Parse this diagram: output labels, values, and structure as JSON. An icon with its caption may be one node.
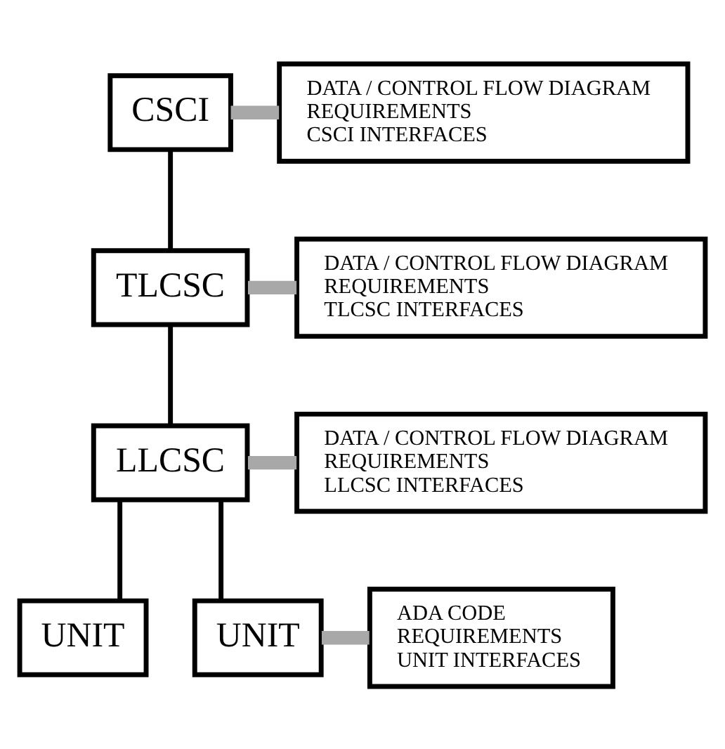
{
  "diagram": {
    "nodes": [
      {
        "text": [
          "CSCI"
        ]
      },
      {
        "text": [
          "DATA / CONTROL FLOW DIAGRAM",
          "REQUIREMENTS",
          "CSCI INTERFACES"
        ]
      },
      {
        "text": [
          "TLCSC"
        ]
      },
      {
        "text": [
          "DATA / CONTROL FLOW DIAGRAM",
          "REQUIREMENTS",
          "TLCSC INTERFACES"
        ]
      },
      {
        "text": [
          "LLCSC"
        ]
      },
      {
        "text": [
          "DATA / CONTROL FLOW DIAGRAM",
          "REQUIREMENTS",
          "LLCSC INTERFACES"
        ]
      },
      {
        "text": [
          "UNIT"
        ]
      },
      {
        "text": [
          "UNIT"
        ]
      },
      {
        "text": [
          "ADA CODE",
          "REQUIREMENTS",
          "UNIT INTERFACES"
        ]
      }
    ],
    "edges": [
      {
        "from": 0,
        "to": 2,
        "arrow": "none"
      },
      {
        "from": 2,
        "to": 4,
        "arrow": "none"
      },
      {
        "from": 4,
        "to": 6,
        "arrow": "none"
      },
      {
        "from": 4,
        "to": 7,
        "arrow": "none"
      },
      {
        "from": 0,
        "to": 1,
        "arrow": "none",
        "style": "thick",
        "color": "#a8a8a8"
      },
      {
        "from": 2,
        "to": 3,
        "arrow": "none",
        "style": "thick",
        "color": "#a8a8a8"
      },
      {
        "from": 4,
        "to": 5,
        "arrow": "none",
        "style": "thick",
        "color": "#a8a8a8"
      },
      {
        "from": 7,
        "to": 8,
        "arrow": "none",
        "style": "thick",
        "color": "#a8a8a8"
      }
    ]
  }
}
